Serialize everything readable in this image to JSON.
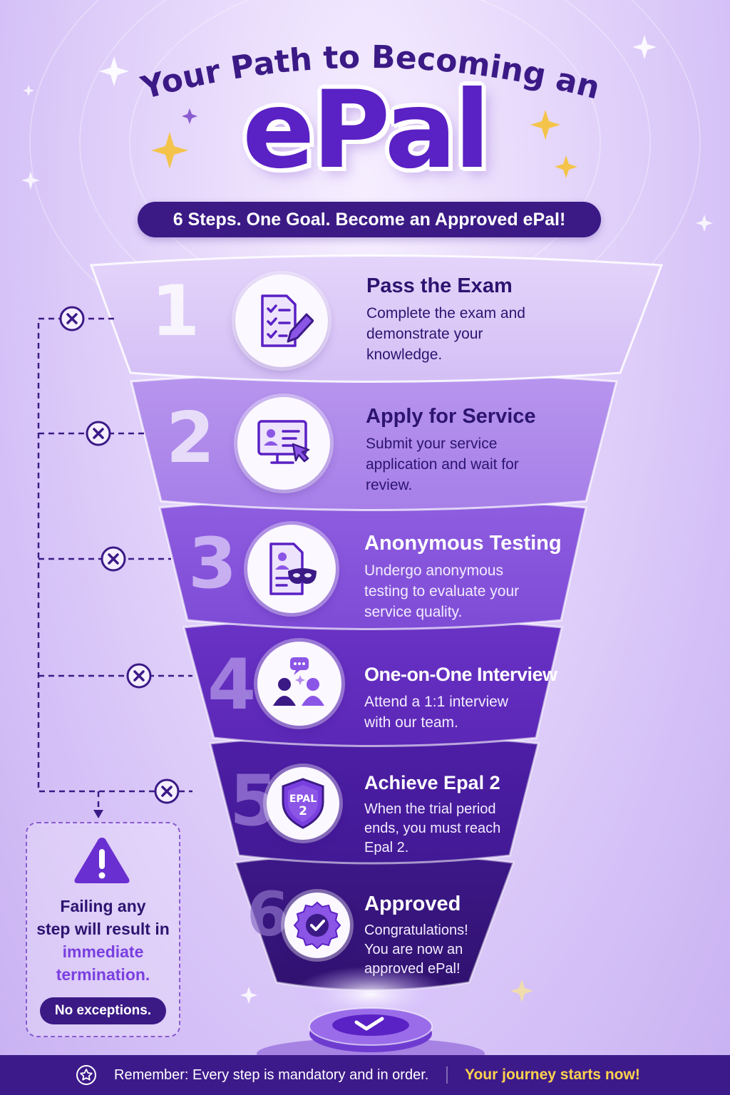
{
  "header": {
    "title_line1": "Your Path to Becoming an",
    "title_line2": "ePal",
    "tagline": "6 Steps. One Goal. Become an Approved ePal!"
  },
  "steps": [
    {
      "number": "1",
      "title": "Pass the Exam",
      "description": "Complete the exam and demonstrate your knowledge.",
      "icon": "exam-checklist-pencil-icon"
    },
    {
      "number": "2",
      "title": "Apply for Service",
      "description": "Submit your service application and wait for review.",
      "icon": "monitor-application-cursor-icon"
    },
    {
      "number": "3",
      "title": "Anonymous Testing",
      "description": "Undergo anonymous testing to evaluate your service quality.",
      "icon": "document-mask-icon"
    },
    {
      "number": "4",
      "title": "One-on-One Interview",
      "description": "Attend a 1:1 interview with our team.",
      "icon": "two-people-chat-icon"
    },
    {
      "number": "5",
      "title": "Achieve Epal 2",
      "description": "When the trial period ends, you must reach Epal 2.",
      "icon": "shield-badge-icon",
      "badge_line1": "EPAL",
      "badge_line2": "2"
    },
    {
      "number": "6",
      "title": "Approved",
      "description": "Congratulations! You are now an approved ePal!",
      "icon": "check-seal-icon"
    }
  ],
  "warning": {
    "line1": "Failing any",
    "line2": "step will result in",
    "line3": "immediate",
    "line4": "termination.",
    "badge": "No exceptions."
  },
  "footer": {
    "left": "Remember: Every step is mandatory and in order.",
    "right": "Your journey starts now!"
  },
  "colors": {
    "dark_purple": "#3b1a86",
    "brand_purple": "#5a21c4",
    "accent_yellow": "#ffd34d"
  }
}
